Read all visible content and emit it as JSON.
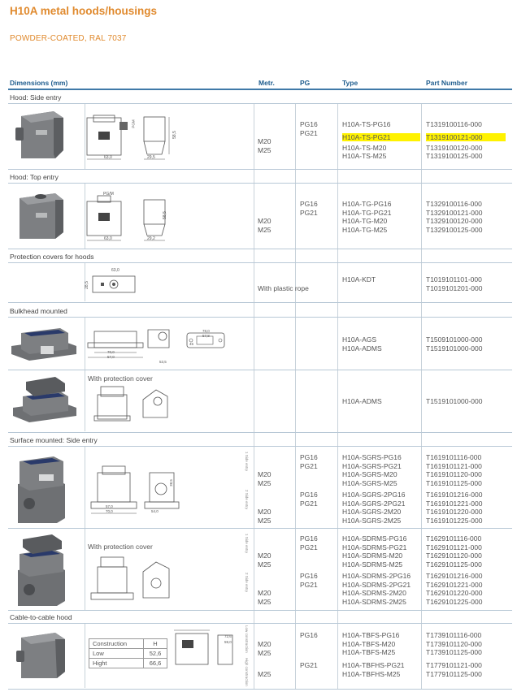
{
  "title": "H10A metal hoods/housings",
  "subtitle": "POWDER-COATED, RAL 7037",
  "columns": {
    "dimensions": "Dimensions (mm)",
    "metr": "Metr.",
    "pg": "PG",
    "type": "Type",
    "part": "Part Number"
  },
  "sections": {
    "hood_side": "Hood: Side entry",
    "hood_top": "Hood: Top entry",
    "protection": "Protection covers for hoods",
    "bulkhead": "Bulkhead mounted",
    "surface": "Surface mounted: Side entry",
    "cable": "Cable-to-cable hood"
  },
  "rows": {
    "r1": {
      "metr": "M20\nM25",
      "pg": "PG16\nPG21",
      "types": [
        "H10A-TS-PG16",
        "H10A-TS-PG21",
        "H10A-TS-M20",
        "H10A-TS-M25"
      ],
      "parts": [
        "T1319100116-000",
        "T1319100121-000",
        "T1319100120-000",
        "T1319100125-000"
      ],
      "dims": {
        "w": "63,0",
        "d": "29,5",
        "h": "58,5",
        "pg": "PGM"
      }
    },
    "r2": {
      "metr": "M20\nM25",
      "pg": "PG16\nPG21",
      "types": "H10A-TG-PG16\nH10A-TG-PG21\nH10A-TG-M20\nH10A-TG-M25",
      "parts": "T1329100116-000\nT1329100121-000\nT1329100120-000\nT1329100125-000",
      "dims": {
        "w": "63,0",
        "d": "29,2",
        "h": "58,5",
        "pg": "PG/M"
      }
    },
    "r3": {
      "metr": "With plastic rope",
      "types": "H10A-KDT",
      "parts": "T1019101101-000\nT1019101201-000",
      "dims": {
        "w": "63,0",
        "h": "28,5"
      }
    },
    "r4": {
      "types": "H10A-AGS\nH10A-ADMS",
      "parts": "T1509101000-000\nT1519101000-000",
      "dims": {
        "a": "70,0",
        "b": "57,0",
        "c": "53,5",
        "d": "78,0",
        "e": "57,8",
        "f": "45"
      }
    },
    "r5": {
      "note": "With protection cover",
      "types": "H10A-ADMS",
      "parts": "T1519101000-000"
    },
    "r6": {
      "side1": "1 Side entry",
      "side2": "2 Side entry",
      "metr_a": "M20\nM25",
      "pg_a": "PG16\nPG21",
      "metr_b": "M20\nM25",
      "pg_b": "PG16\nPG21",
      "types_a": "H10A-SGRS-PG16\nH10A-SGRS-PG21\nH10A-SGRS-M20\nH10A-SGRS-M25",
      "parts_a": "T1619101116-000\nT1619101121-000\nT1619101120-000\nT1619101125-000",
      "types_b": "H10A-SGRS-2PG16\nH10A-SGRS-2PG21\nH10A-SGRS-2M20\nH10A-SGRS-2M25",
      "parts_b": "T1619101216-000\nT1619101221-000\nT1619101220-000\nT1619101225-000",
      "dims": {
        "a": "70,0",
        "b": "57,0",
        "c": "54,0",
        "d": "38,5"
      }
    },
    "r7": {
      "note": "With protection cover",
      "side1": "1 Side entry",
      "side2": "2 Side entry",
      "metr_a": "M20\nM25",
      "pg_a": "PG16\nPG21",
      "metr_b": "M20\nM25",
      "pg_b": "PG16\nPG21",
      "types_a": "H10A-SDRMS-PG16\nH10A-SDRMS-PG21\nH10A-SDRMS-M20\nH10A-SDRMS-M25",
      "parts_a": "T1629101116-000\nT1629101121-000\nT1629101120-000\nT1629101125-000",
      "types_b": "H10A-SDRMS-2PG16\nH10A-SDRMS-2PG21\nH10A-SDRMS-2M20\nH10A-SDRMS-2M25",
      "parts_b": "T1629101216-000\nT1629101221-000\nT1629101220-000\nT1629101225-000"
    },
    "r8": {
      "side1": "Low construction",
      "side2": "High construction",
      "metr_a": "M20\nM25",
      "pg_a": "PG16",
      "metr_b": "M25",
      "pg_b": "PG21",
      "types_a": "H10A-TBFS-PG16\nH10A-TBFS-M20\nH10A-TBFS-M25",
      "parts_a": "T1739101116-000\nT1739101120-000\nT1739101125-000",
      "types_b": "H10A-TBFHS-PG21\nH10A-TBFHS-M25",
      "parts_b": "T1779101121-000\nT1779101125-000",
      "construction": {
        "header": [
          "Construction",
          "H"
        ],
        "rows": [
          [
            "Low",
            "52,6"
          ],
          [
            "Hight",
            "66,6"
          ]
        ]
      },
      "dims": {
        "a": "72,6",
        "b": "59,0"
      }
    }
  },
  "colors": {
    "accent": "#e08a2e",
    "header": "#1f5d8e",
    "highlight": "#fff200"
  }
}
